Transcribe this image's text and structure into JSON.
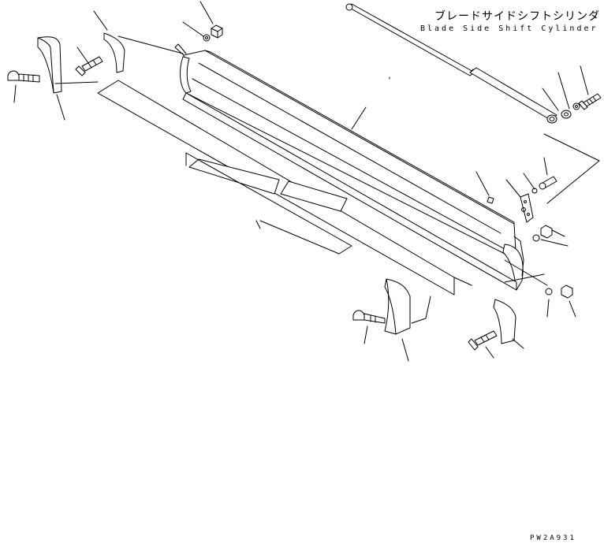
{
  "title": {
    "jp": "ブレードサイドシフトシリンダ",
    "en": "Blade Side Shift Cylinder"
  },
  "drawing_code": "PW2A931",
  "colors": {
    "line": "#000000",
    "background": "#ffffff"
  }
}
